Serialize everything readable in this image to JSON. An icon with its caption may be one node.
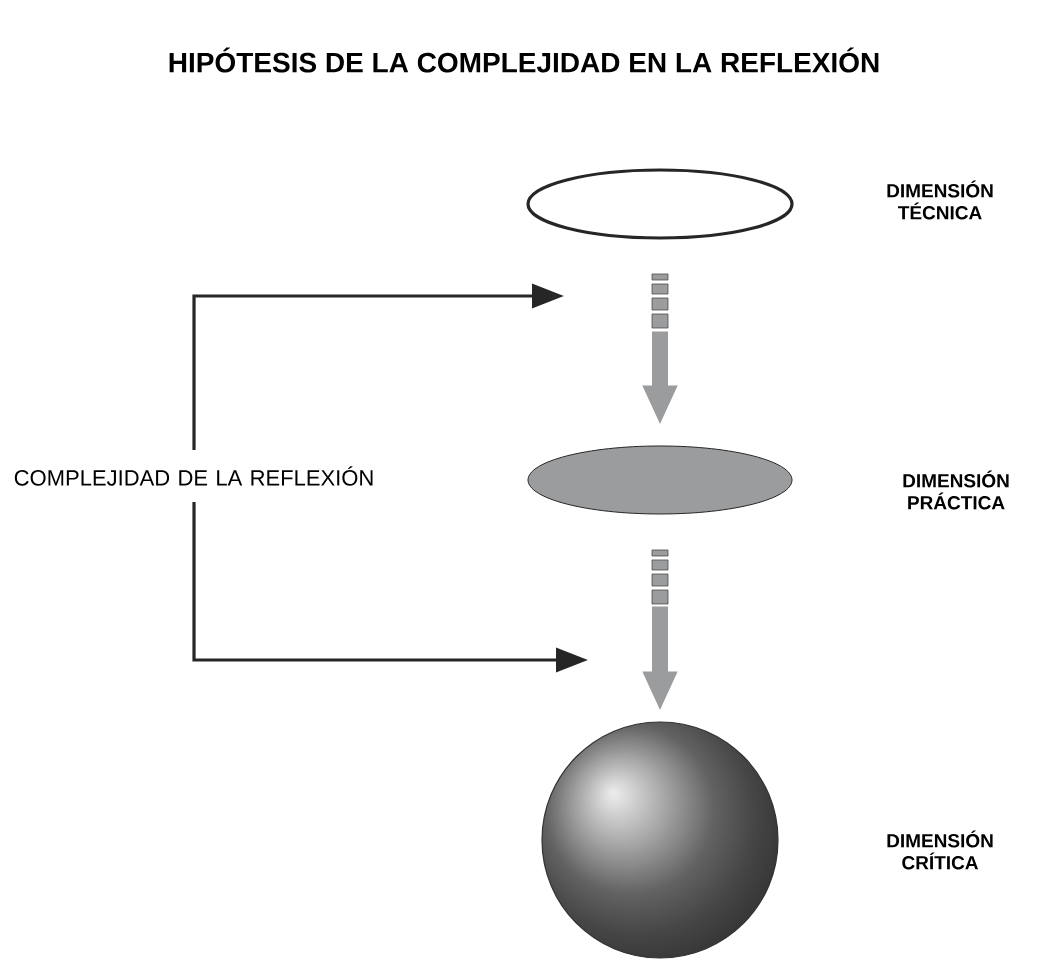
{
  "diagram": {
    "title": "HIPÓTESIS DE LA COMPLEJIDAD EN LA REFLEXIÓN",
    "labels": [
      "DIMENSIÓN TÉCNICA",
      "DIMENSIÓN PRÁCTICA",
      "DIMENSIÓN CRÍTICA"
    ],
    "nodes": [
      {
        "text": [],
        "shape": "ellipse"
      },
      {
        "text": [],
        "shape": "ellipse"
      },
      {
        "text": [],
        "shape": "circle"
      },
      {
        "text": [
          "COMPLEJIDAD DE LA REFLEXIÓN"
        ]
      }
    ],
    "edges": [
      {
        "from": 0,
        "to": 1,
        "arrow": "to",
        "style": "thick",
        "color": "#9a9c9e"
      },
      {
        "from": 1,
        "to": 2,
        "arrow": "to",
        "style": "thick",
        "color": "#9a9c9e"
      },
      {
        "from": 3,
        "to": null,
        "arrow": "to",
        "color": "#262626"
      },
      {
        "from": 3,
        "to": null,
        "arrow": "to",
        "color": "#262626"
      }
    ]
  }
}
